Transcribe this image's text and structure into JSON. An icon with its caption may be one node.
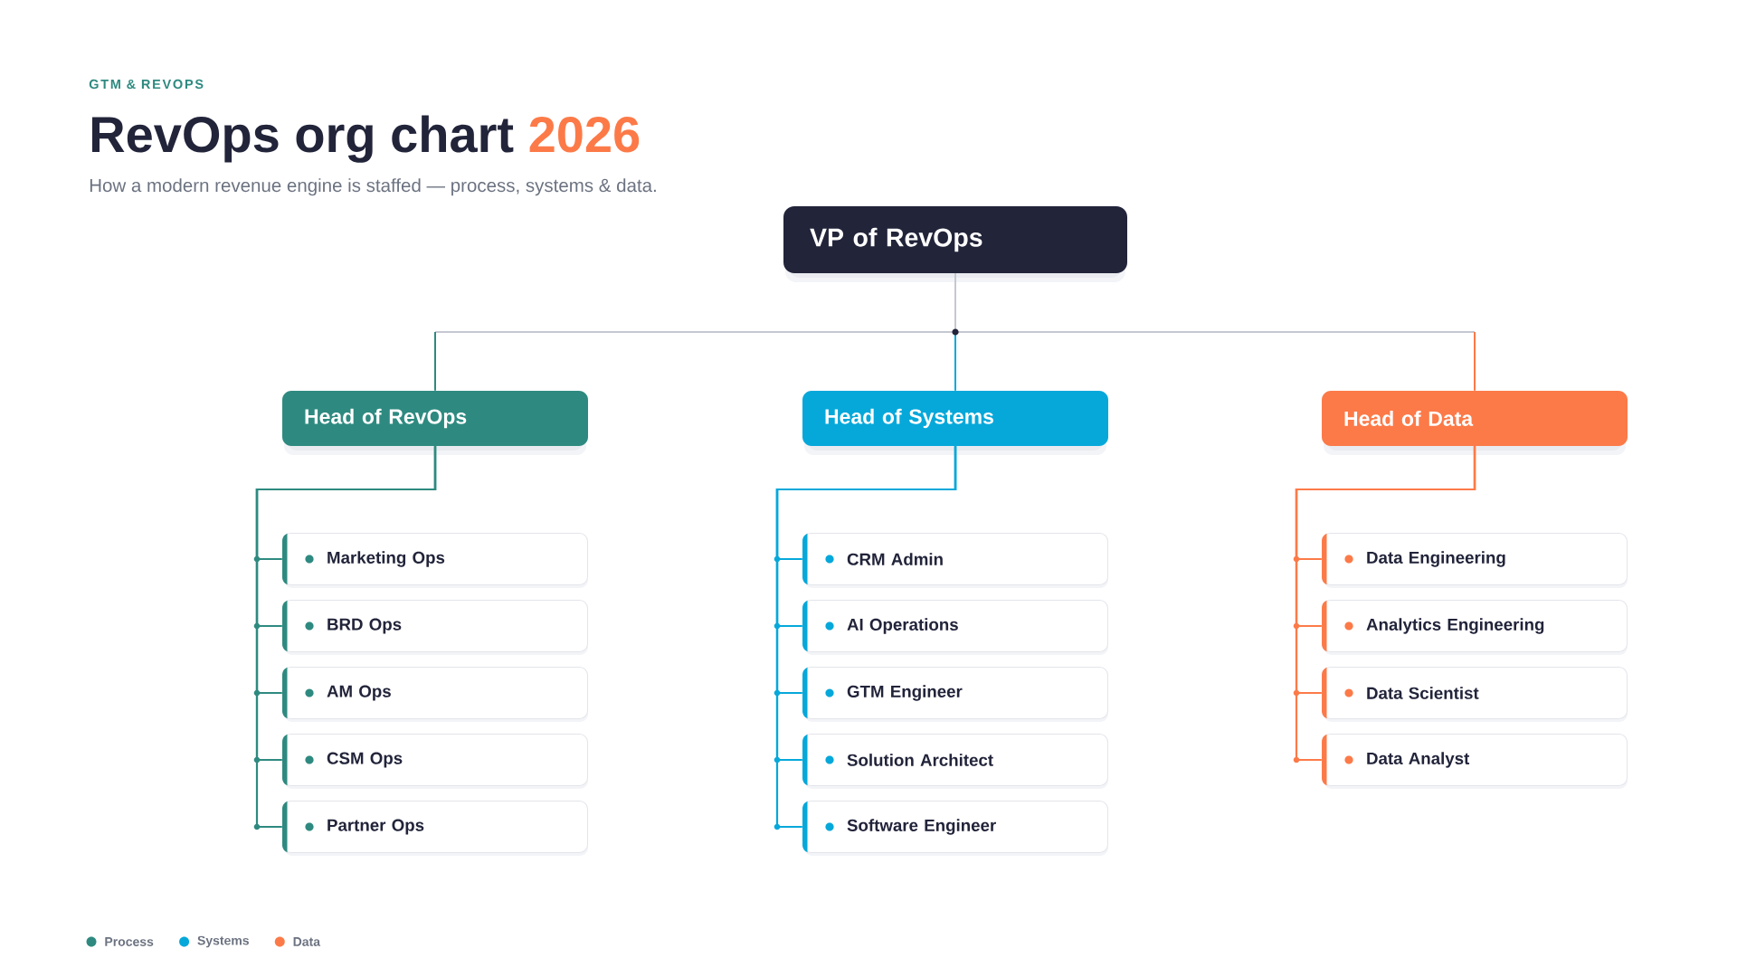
{
  "diagram": {
    "title": "RevOps org chart 2026",
    "nodes": [
      {
        "text": [
          "VP of RevOps"
        ]
      },
      {
        "text": [
          "Head of RevOps"
        ]
      },
      {
        "text": [
          "Head of Systems"
        ]
      },
      {
        "text": [
          "Head of Data"
        ]
      },
      {
        "text": [
          "Marketing Ops"
        ]
      },
      {
        "text": [
          "BRD Ops"
        ]
      },
      {
        "text": [
          "AM Ops"
        ]
      },
      {
        "text": [
          "CSM Ops"
        ]
      },
      {
        "text": [
          "Partner Ops"
        ]
      },
      {
        "text": [
          "CRM Admin"
        ]
      },
      {
        "text": [
          "AI Operations"
        ]
      },
      {
        "text": [
          "GTM Engineer"
        ]
      },
      {
        "text": [
          "Solution Architect"
        ]
      },
      {
        "text": [
          "Software Engineer"
        ]
      },
      {
        "text": [
          "Data Engineering"
        ]
      },
      {
        "text": [
          "Analytics Engineering"
        ]
      },
      {
        "text": [
          "Data Scientist"
        ]
      },
      {
        "text": [
          "Data Analyst"
        ]
      }
    ],
    "edges": [
      {
        "from": 0,
        "to": 1,
        "arrow": "none",
        "color": "#c5c8d1"
      },
      {
        "from": 0,
        "to": 2,
        "arrow": "none",
        "color": "#c5c8d1"
      },
      {
        "from": 0,
        "to": 3,
        "arrow": "none",
        "color": "#c5c8d1"
      },
      {
        "from": 1,
        "to": 4,
        "arrow": "none",
        "color": "#2e8a80"
      },
      {
        "from": 1,
        "to": 5,
        "arrow": "none",
        "color": "#2e8a80"
      },
      {
        "from": 1,
        "to": 6,
        "arrow": "none",
        "color": "#2e8a80"
      },
      {
        "from": 1,
        "to": 7,
        "arrow": "none",
        "color": "#2e8a80"
      },
      {
        "from": 1,
        "to": 8,
        "arrow": "none",
        "color": "#2e8a80"
      },
      {
        "from": 2,
        "to": 9,
        "arrow": "none",
        "color": "#06a8da"
      },
      {
        "from": 2,
        "to": 10,
        "arrow": "none",
        "color": "#06a8da"
      },
      {
        "from": 2,
        "to": 11,
        "arrow": "none",
        "color": "#06a8da"
      },
      {
        "from": 2,
        "to": 12,
        "arrow": "none",
        "color": "#06a8da"
      },
      {
        "from": 2,
        "to": 13,
        "arrow": "none",
        "color": "#06a8da"
      },
      {
        "from": 3,
        "to": 14,
        "arrow": "none",
        "color": "#fc7a48"
      },
      {
        "from": 3,
        "to": 15,
        "arrow": "none",
        "color": "#fc7a48"
      },
      {
        "from": 3,
        "to": 16,
        "arrow": "none",
        "color": "#fc7a48"
      },
      {
        "from": 3,
        "to": 17,
        "arrow": "none",
        "color": "#fc7a48"
      }
    ],
    "labels": [
      "GTM & REVOPS",
      "How a modern revenue engine is staffed — process, systems & data."
    ],
    "legend": [
      {
        "text": "Process",
        "color": "#2e8a80"
      },
      {
        "text": "Systems",
        "color": "#06a8da"
      },
      {
        "text": "Data",
        "color": "#fc7a48"
      }
    ]
  }
}
